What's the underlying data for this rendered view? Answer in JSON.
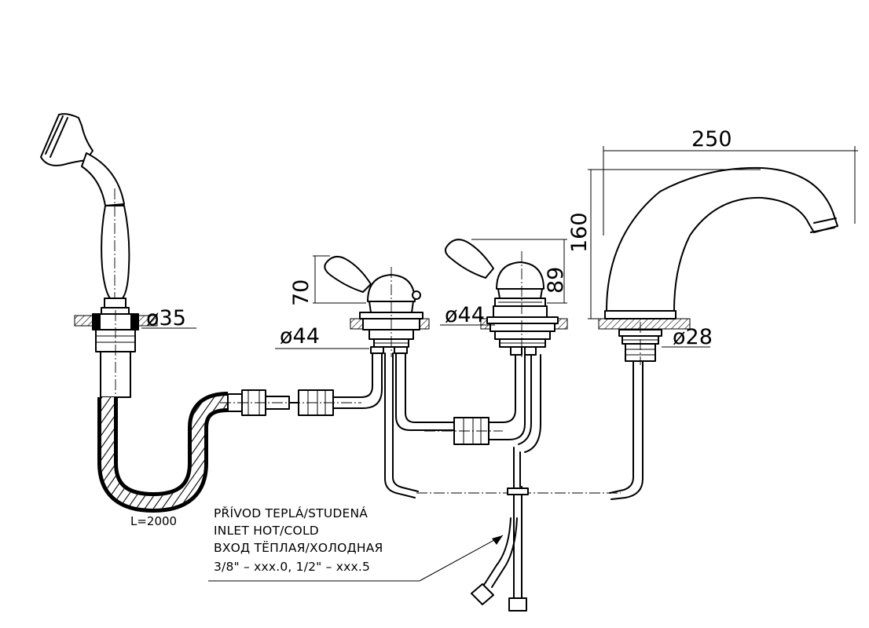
{
  "dimensions": {
    "spout_width": "250",
    "spout_height": "160",
    "valve_left_height": "70",
    "valve_right_height": "89",
    "shower_holder_diameter": "ø35",
    "valve_left_diameter": "ø44",
    "valve_right_diameter": "ø44",
    "spout_base_diameter": "ø28"
  },
  "hose": {
    "length_label": "L=2000"
  },
  "inlet_note": {
    "line_cz": "PŘÍVOD TEPLÁ/STUDENÁ",
    "line_en": "INLET HOT/COLD",
    "line_ru": "ВХОД ТЁПЛАЯ/ХОЛОДНАЯ",
    "line_sizes": "3/8\" – xxx.0, 1/2\" – xxx.5"
  }
}
